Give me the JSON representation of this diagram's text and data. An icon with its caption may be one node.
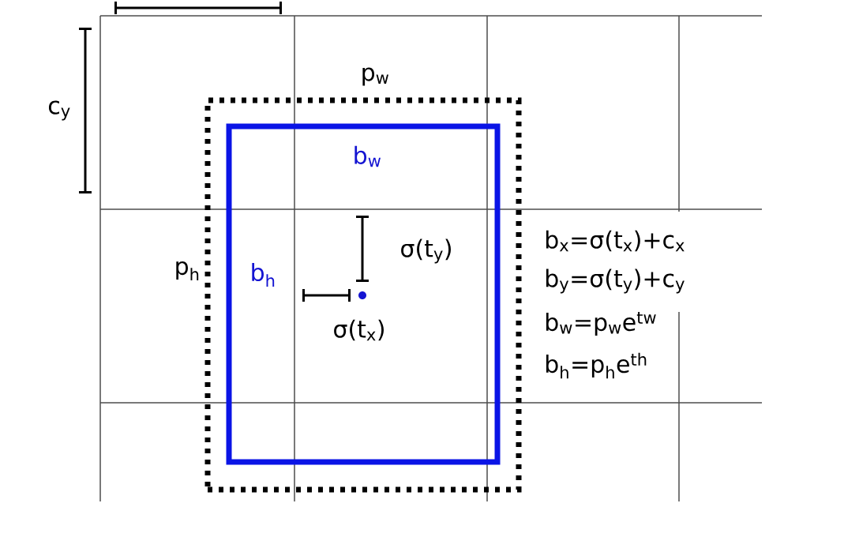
{
  "diagram": {
    "nodes": [
      {
        "text": [
          "p$_{w}$",
          "p$_{h}$"
        ]
      },
      {
        "text": [
          "b$_{w}$",
          "b$_{h}$"
        ],
        "in": 0
      }
    ],
    "labels": [
      "c$_{y}$",
      "σ(t$_{y}$)",
      "σ(t$_{x}$)",
      "b$_{x}$=σ(t$_{x}$)+c$_{x}$",
      "b$_{y}$=σ(t$_{y}$)+c$_{y}$",
      "b$_{w}$=p$_{w}$e$^{tw}$",
      "b$_{h}$=p$_{h}$e$^{th}$"
    ]
  }
}
